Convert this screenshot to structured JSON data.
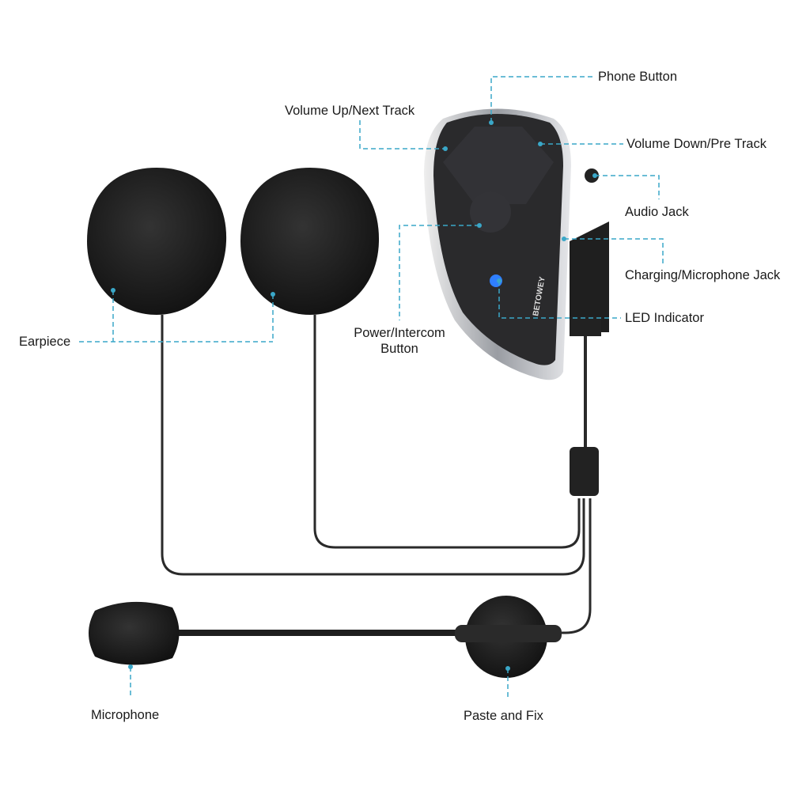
{
  "colors": {
    "leader": "#3aa7c8",
    "foam": "#1b1b1b",
    "device": "#2a2a2c",
    "chrome": "#c9cbd0",
    "led": "#2f7fff"
  },
  "device": {
    "brand": "BETOWEY"
  },
  "labels": {
    "phone_button": "Phone Button",
    "volume_up": "Volume Up/Next Track",
    "volume_down": "Volume Down/Pre Track",
    "audio_jack": "Audio Jack",
    "charging_jack": "Charging/Microphone Jack",
    "led_indicator": "LED Indicator",
    "power_line1": "Power/Intercom",
    "power_line2": "Button",
    "earpiece": "Earpiece",
    "microphone": "Microphone",
    "paste_fix": "Paste and Fix"
  }
}
